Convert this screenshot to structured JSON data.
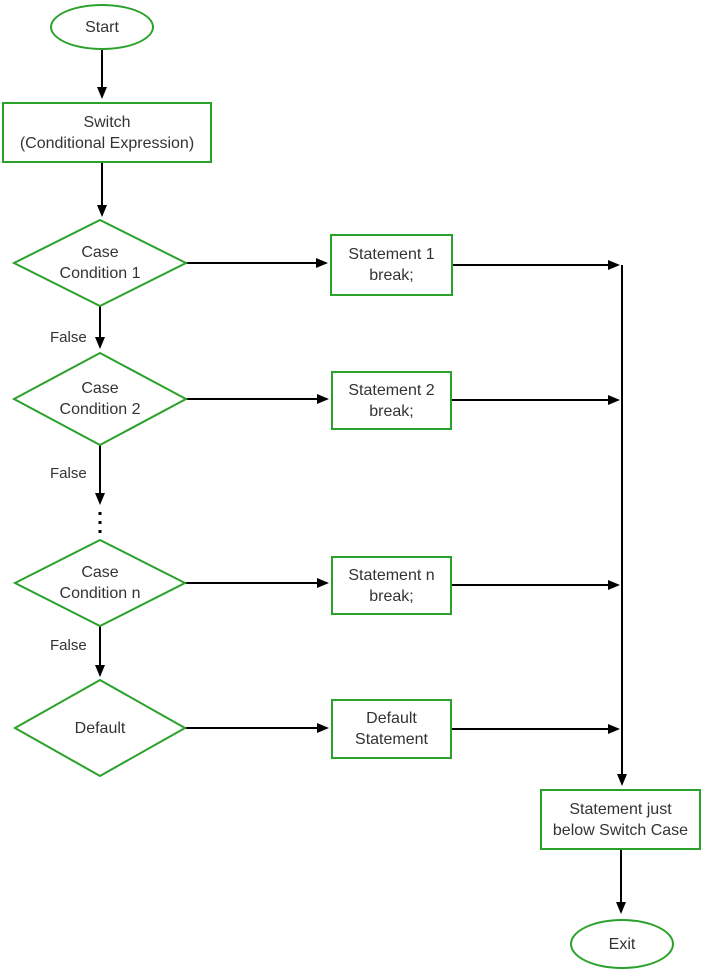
{
  "flowchart": {
    "colors": {
      "node_border_green": "#2aa12a",
      "connector_black": "#000000",
      "text_color": "#333333",
      "background": "#ffffff"
    },
    "nodes": {
      "start": {
        "label": "Start"
      },
      "switch": {
        "line1": "Switch",
        "line2": "(Conditional Expression)"
      },
      "case1": {
        "line1": "Case",
        "line2": "Condition 1"
      },
      "case2": {
        "line1": "Case",
        "line2": "Condition 2"
      },
      "casen": {
        "line1": "Case",
        "line2": "Condition n"
      },
      "default_case": {
        "label": "Default"
      },
      "stmt1": {
        "line1": "Statement 1",
        "line2": "break;"
      },
      "stmt2": {
        "line1": "Statement 2",
        "line2": "break;"
      },
      "stmtn": {
        "line1": "Statement n",
        "line2": "break;"
      },
      "default_stmt": {
        "line1": "Default",
        "line2": "Statement"
      },
      "below_switch": {
        "line1": "Statement just",
        "line2": "below Switch Case"
      },
      "exit": {
        "label": "Exit"
      }
    },
    "edge_labels": {
      "false1": "False",
      "false2": "False",
      "false3": "False"
    }
  }
}
